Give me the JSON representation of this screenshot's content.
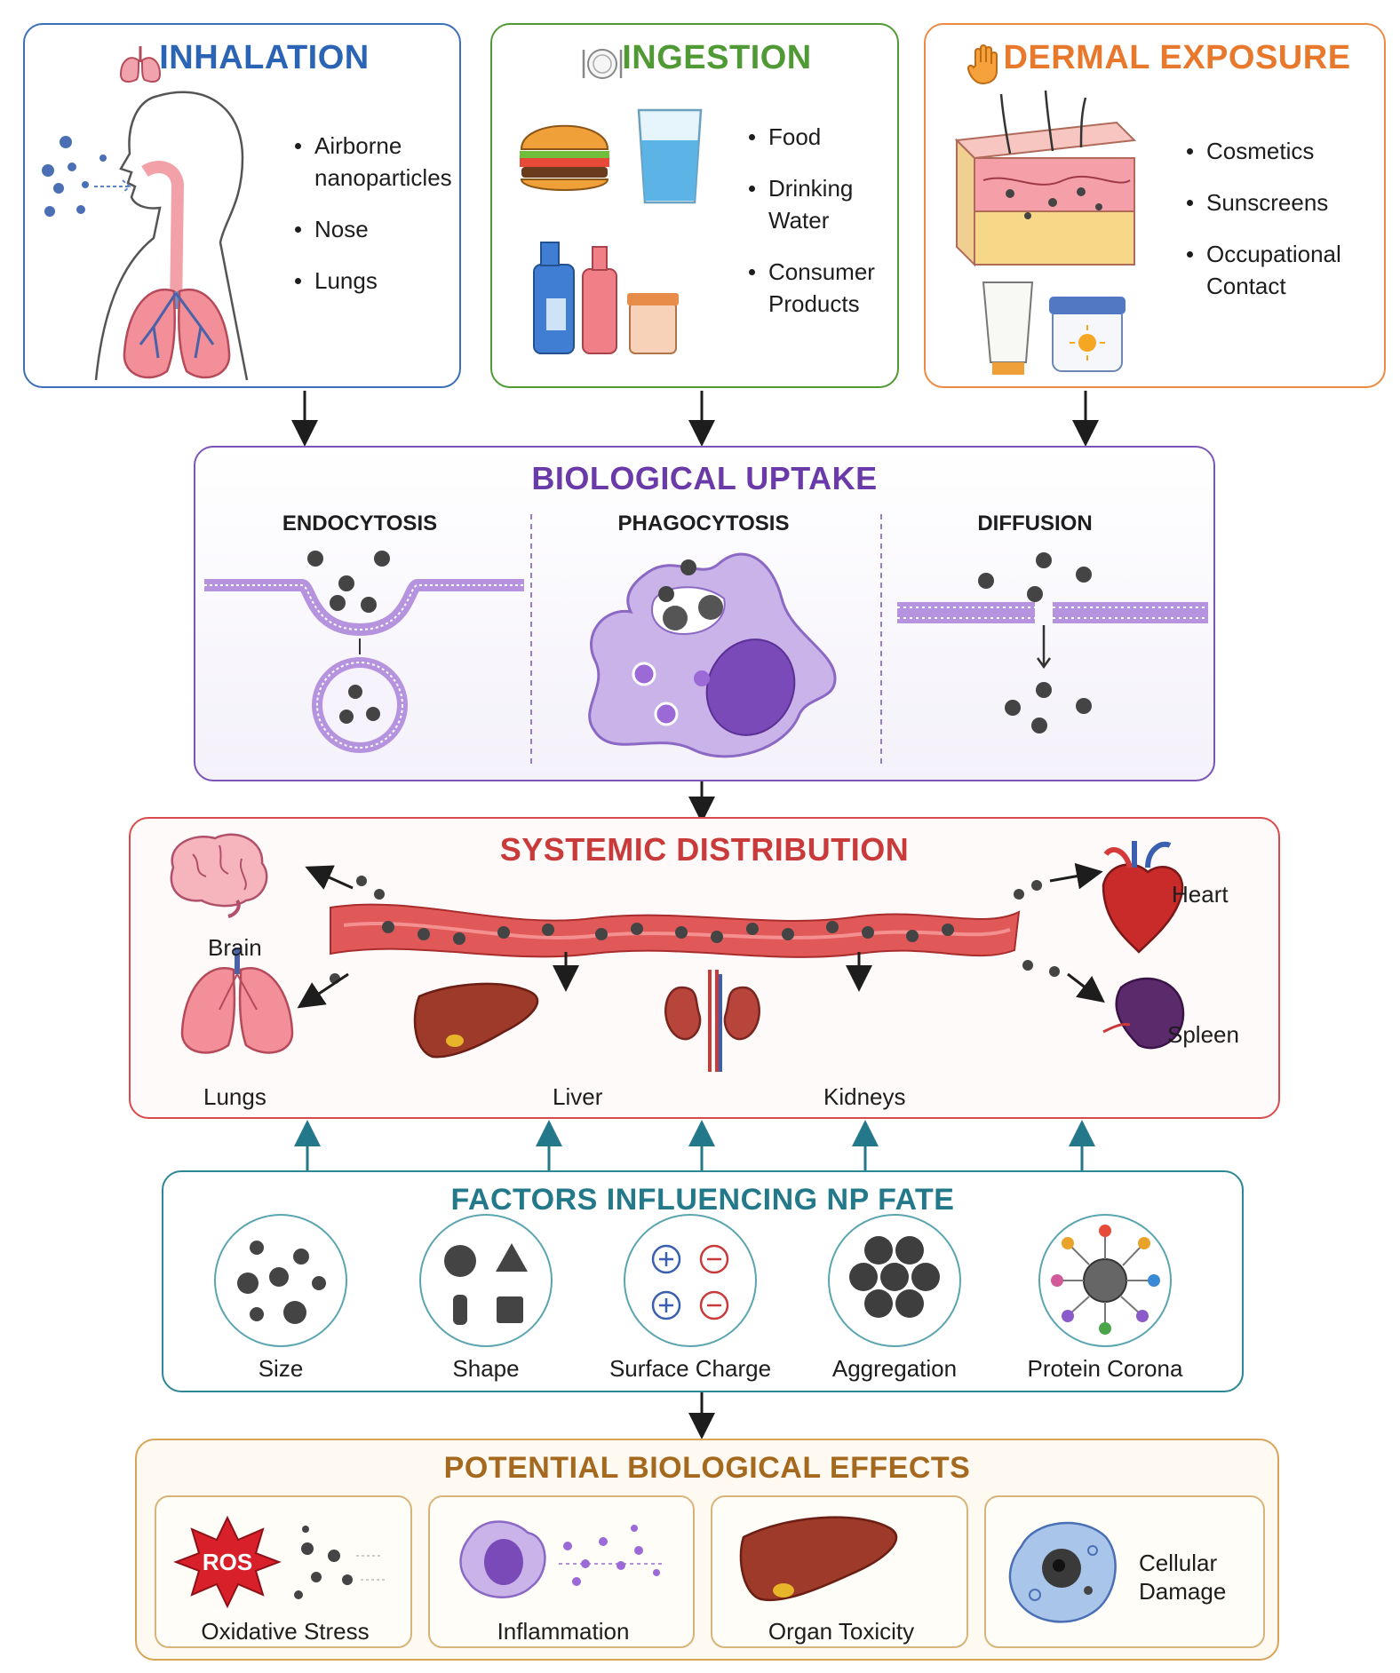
{
  "inhalation": {
    "title": "INHALATION",
    "items": [
      "Airborne nanoparticles",
      "Nose",
      "Lungs"
    ]
  },
  "ingestion": {
    "title": "INGESTION",
    "items": [
      "Food",
      "Drinking Water",
      "Consumer Products"
    ]
  },
  "dermal": {
    "title": "DERMAL EXPOSURE",
    "items": [
      "Cosmetics",
      "Sunscreens",
      "Occupational Contact"
    ]
  },
  "uptake": {
    "title": "BIOLOGICAL UPTAKE",
    "mechanisms": [
      "ENDOCYTOSIS",
      "PHAGOCYTOSIS",
      "DIFFUSION"
    ]
  },
  "distribution": {
    "title": "SYSTEMIC DISTRIBUTION",
    "organs": {
      "brain": "Brain",
      "lungs": "Lungs",
      "liver": "Liver",
      "kidneys": "Kidneys",
      "heart": "Heart",
      "spleen": "Spleen"
    }
  },
  "factors": {
    "title": "FACTORS INFLUENCING NP FATE",
    "items": [
      "Size",
      "Shape",
      "Surface Charge",
      "Aggregation",
      "Protein Corona"
    ]
  },
  "effects": {
    "title": "POTENTIAL BIOLOGICAL EFFECTS",
    "ros": "ROS",
    "items": [
      "Oxidative Stress",
      "Inflammation",
      "Organ Toxicity",
      "Cellular Damage"
    ]
  },
  "colors": {
    "inhalation": "#2b63b5",
    "ingestion": "#4f9a35",
    "dermal": "#e8782c",
    "uptake": "#6a3ba8",
    "distribution": "#c93a3a",
    "factors": "#23798a",
    "effects": "#a4691f"
  }
}
